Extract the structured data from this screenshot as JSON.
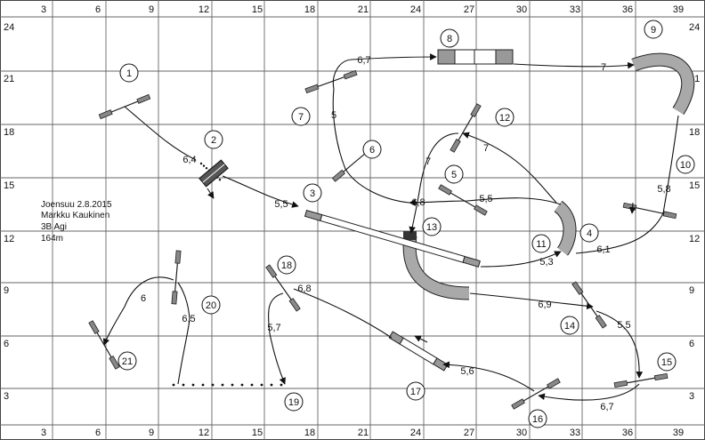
{
  "course_info": {
    "location_date": "Joensuu 2.8.2015",
    "judge": "Markku Kaukinen",
    "class": "3B Agi",
    "length": "164m"
  },
  "grid": {
    "x_labels": [
      "3",
      "6",
      "9",
      "12",
      "15",
      "18",
      "21",
      "24",
      "27",
      "30",
      "33",
      "36",
      "39"
    ],
    "y_labels": [
      "24",
      "21",
      "18",
      "15",
      "12",
      "9",
      "6",
      "3"
    ]
  },
  "obstacle_numbers": [
    "1",
    "2",
    "3",
    "4",
    "5",
    "6",
    "7",
    "8",
    "9",
    "10",
    "11",
    "12",
    "13",
    "14",
    "15",
    "16",
    "17",
    "18",
    "19",
    "20",
    "21"
  ],
  "distances": [
    "6,4",
    "5,5",
    "5,3",
    "6,1",
    "5,8",
    "7",
    "6,7",
    "5",
    "6,8",
    "5,5",
    "7",
    "7",
    "6,9",
    "5,5",
    "6,7",
    "5,6",
    "6,8",
    "5,7",
    "6,5",
    "6"
  ],
  "colors": {
    "background": "#ffffff",
    "grid": "#666666",
    "tunnel": "#a9a9a9",
    "contact_zone": "#999999"
  }
}
